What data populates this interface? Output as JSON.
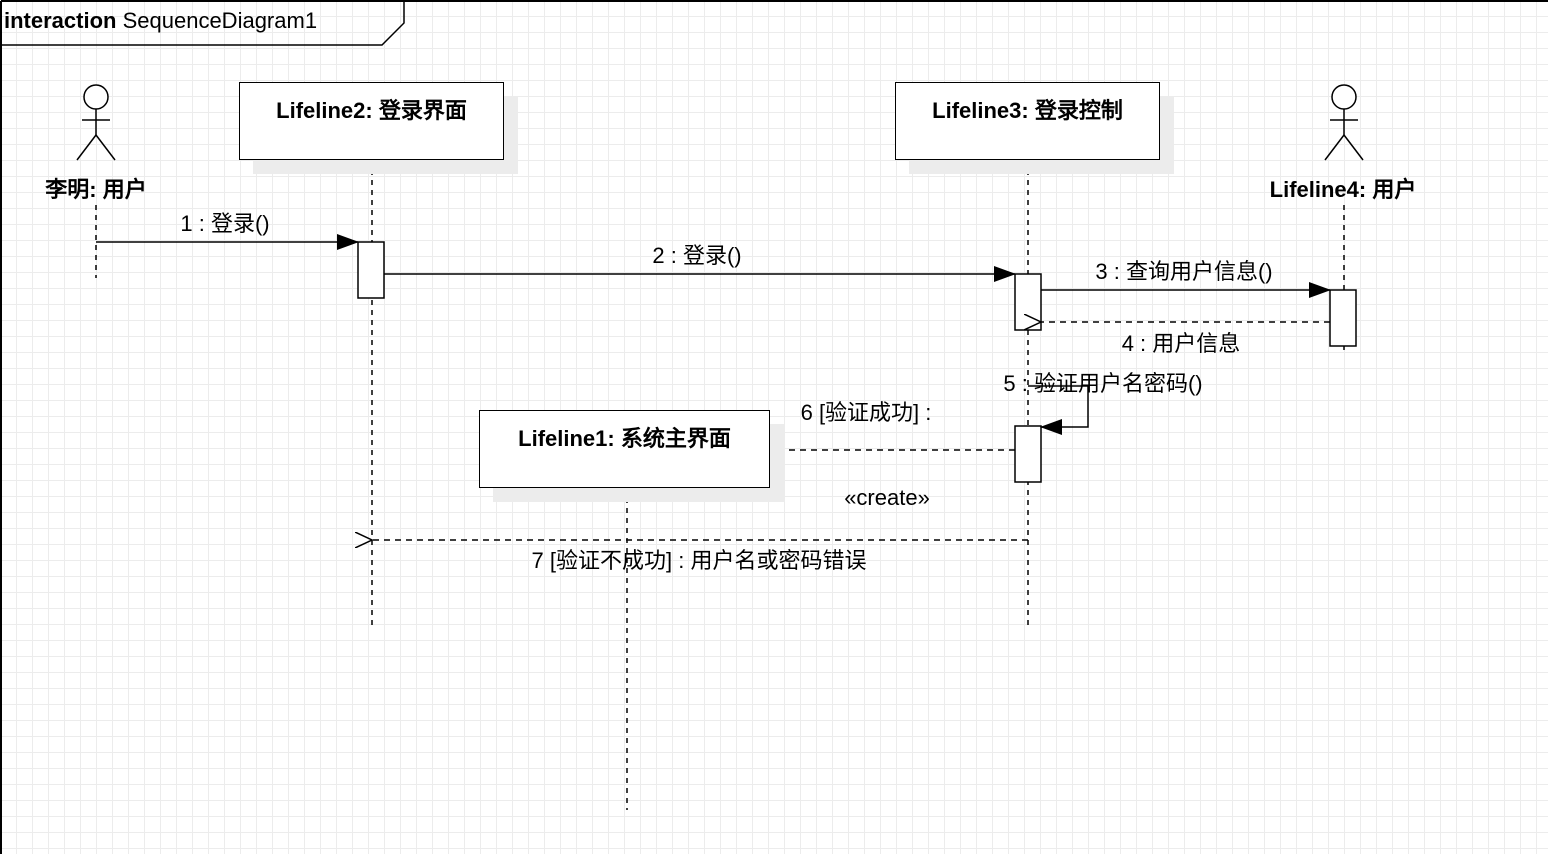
{
  "frame": {
    "keyword": "interaction",
    "name": "SequenceDiagram1"
  },
  "actors": [
    {
      "id": "actor-liming",
      "label": "李明: 用户"
    },
    {
      "id": "actor-user",
      "label": "Lifeline4: 用户"
    }
  ],
  "lifelines": [
    {
      "id": "lifeline2",
      "label": "Lifeline2: 登录界面"
    },
    {
      "id": "lifeline3",
      "label": "Lifeline3: 登录控制"
    },
    {
      "id": "lifeline1",
      "label": "Lifeline1: 系统主界面"
    }
  ],
  "messages": [
    {
      "label": "1 : 登录()",
      "kind": "sync"
    },
    {
      "label": "2 : 登录()",
      "kind": "sync"
    },
    {
      "label": "3 : 查询用户信息()",
      "kind": "sync"
    },
    {
      "label": "4 : 用户信息",
      "kind": "reply"
    },
    {
      "label": "5 : 验证用户名密码()",
      "kind": "self"
    },
    {
      "label": "6 [验证成功] :",
      "kind": "create",
      "stereotype": "«create»"
    },
    {
      "label": "7 [验证不成功] : 用户名或密码错误",
      "kind": "reply"
    }
  ]
}
